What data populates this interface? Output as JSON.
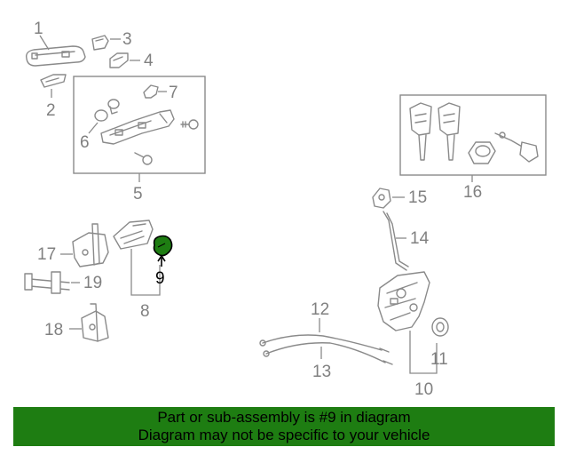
{
  "diagram": {
    "labels": {
      "p1": "1",
      "p2": "2",
      "p3": "3",
      "p4": "4",
      "p5": "5",
      "p6": "6",
      "p7": "7",
      "p8": "8",
      "p9": "9",
      "p10": "10",
      "p11": "11",
      "p12": "12",
      "p13": "13",
      "p14": "14",
      "p15": "15",
      "p16": "16",
      "p17": "17",
      "p18": "18",
      "p19": "19"
    },
    "highlight_part": "9",
    "colors": {
      "highlight": "#1e7d12",
      "line": "#8a8a8a",
      "banner": "#1e7d12"
    }
  },
  "banner": {
    "line1": "Part or sub-assembly is #9 in diagram",
    "line2": "Diagram may not be specific to your vehicle"
  }
}
